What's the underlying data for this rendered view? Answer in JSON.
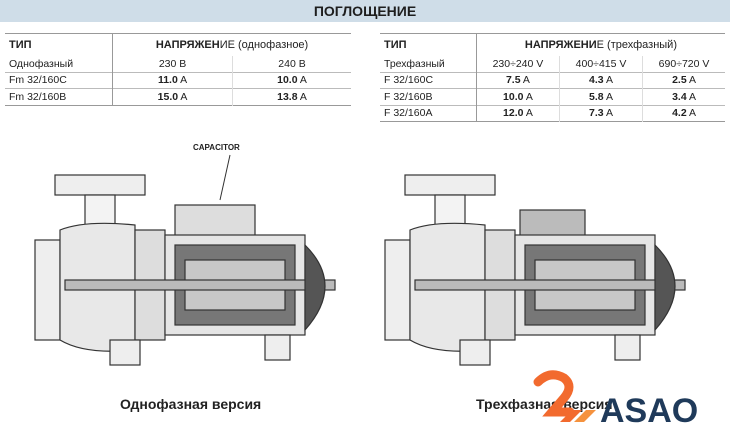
{
  "header": {
    "title": "ПОГЛОЩЕНИЕ"
  },
  "single_phase": {
    "type_label": "ТИП",
    "voltage_bold": "НАПРЯЖЕН",
    "voltage_rest": "ИЕ (однофазное)",
    "sub_label": "Однофазный",
    "columns": [
      "230 В",
      "240 В"
    ],
    "rows": [
      {
        "model": "Fm 32/160C",
        "values": [
          "11.0",
          "10.0"
        ]
      },
      {
        "model": "Fm 32/160B",
        "values": [
          "15.0",
          "13.8"
        ]
      }
    ],
    "unit": " A"
  },
  "three_phase": {
    "type_label": "ТИП",
    "voltage_bold": "НАПРЯЖЕНИ",
    "voltage_rest": "Е (трехфазный)",
    "sub_label": "Трехфазный",
    "columns": [
      "230÷240 V",
      "400÷415 V",
      "690÷720 V"
    ],
    "rows": [
      {
        "model": "F 32/160C",
        "values": [
          "7.5",
          "4.3",
          "2.5"
        ]
      },
      {
        "model": "F 32/160B",
        "values": [
          "10.0",
          "5.8",
          "3.4"
        ]
      },
      {
        "model": "F 32/160A",
        "values": [
          "12.0",
          "7.3",
          "4.2"
        ]
      }
    ],
    "unit": " A"
  },
  "drawings": {
    "capacitor_label": "CAPACITOR",
    "single_caption": "Однофазная версия",
    "three_caption": "Трехфазная версия"
  },
  "logo": {
    "text": "ASAO",
    "colors": {
      "orange": "#f26a2e",
      "navy": "#1f3a5a"
    }
  }
}
